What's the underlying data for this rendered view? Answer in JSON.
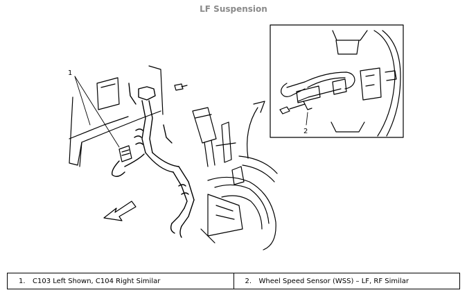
{
  "title": "LF Suspension",
  "callouts": {
    "c1": "1",
    "c2": "2"
  },
  "legend": [
    {
      "num": "1.",
      "text": "C103 Left Shown, C104 Right Similar"
    },
    {
      "num": "2.",
      "text": "Wheel Speed Sensor (WSS) – LF, RF Similar"
    }
  ]
}
